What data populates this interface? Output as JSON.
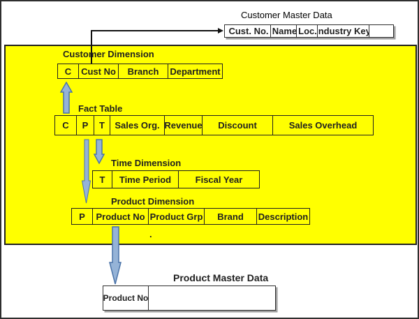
{
  "colors": {
    "yellow_bg": "#FFFF00",
    "arrow_fill": "#95B3D7",
    "arrow_stroke": "#4A73A8",
    "line_color": "#111111"
  },
  "customer_master": {
    "title": "Customer Master Data",
    "cells": [
      "Cust. No.",
      "Name",
      "Loc.",
      "Industry Key",
      ""
    ]
  },
  "customer_dimension": {
    "title": "Customer Dimension",
    "cells": [
      "C",
      "Cust No",
      "Branch",
      "Department"
    ]
  },
  "fact_table": {
    "title": "Fact Table",
    "cells": [
      "C",
      "P",
      "T",
      "Sales Org.",
      "Revenue",
      "Discount",
      "Sales Overhead"
    ]
  },
  "time_dimension": {
    "title": "Time Dimension",
    "cells": [
      "T",
      "Time Period",
      "Fiscal Year"
    ]
  },
  "product_dimension": {
    "title": "Product Dimension",
    "cells": [
      "P",
      "Product No",
      "Product Grp",
      "Brand",
      "Description"
    ]
  },
  "product_master": {
    "title": "Product Master Data",
    "cells": [
      "Product No",
      ""
    ]
  },
  "stray_period": "."
}
